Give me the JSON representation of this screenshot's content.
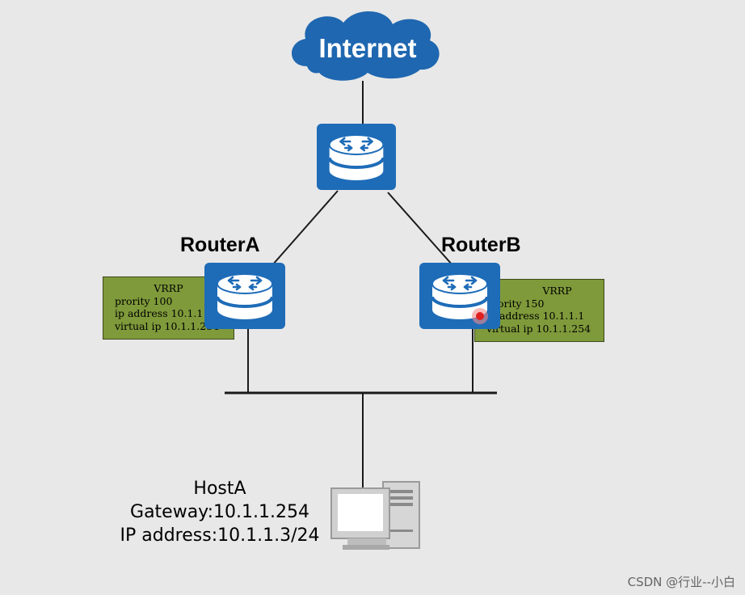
{
  "internet": {
    "label": "Internet"
  },
  "routers": {
    "core": {
      "icon": "router-icon"
    },
    "a": {
      "name": "RouterA",
      "icon": "router-icon"
    },
    "b": {
      "name": "RouterB",
      "icon": "router-icon"
    }
  },
  "vrrp_a": {
    "title": "VRRP",
    "priority": "prority 100",
    "ip": "ip address 10.1.1",
    "virtual": "virtual ip 10.1.1.254"
  },
  "vrrp_b": {
    "title": "VRRP",
    "priority": "prority 150",
    "ip": "ip address 10.1.1.1",
    "virtual": "virtual ip 10.1.1.254"
  },
  "host": {
    "name": "HostA",
    "gateway": "Gateway:10.1.1.254",
    "ip": "IP address:10.1.1.3/24",
    "icon": "computer-icon"
  },
  "watermark": "CSDN @行业--小白",
  "colors": {
    "router_blue": "#1e6cb8",
    "cloud_blue": "#1f67b0",
    "vrrp_green": "#7f9a3a",
    "background": "#e8e8e8"
  }
}
